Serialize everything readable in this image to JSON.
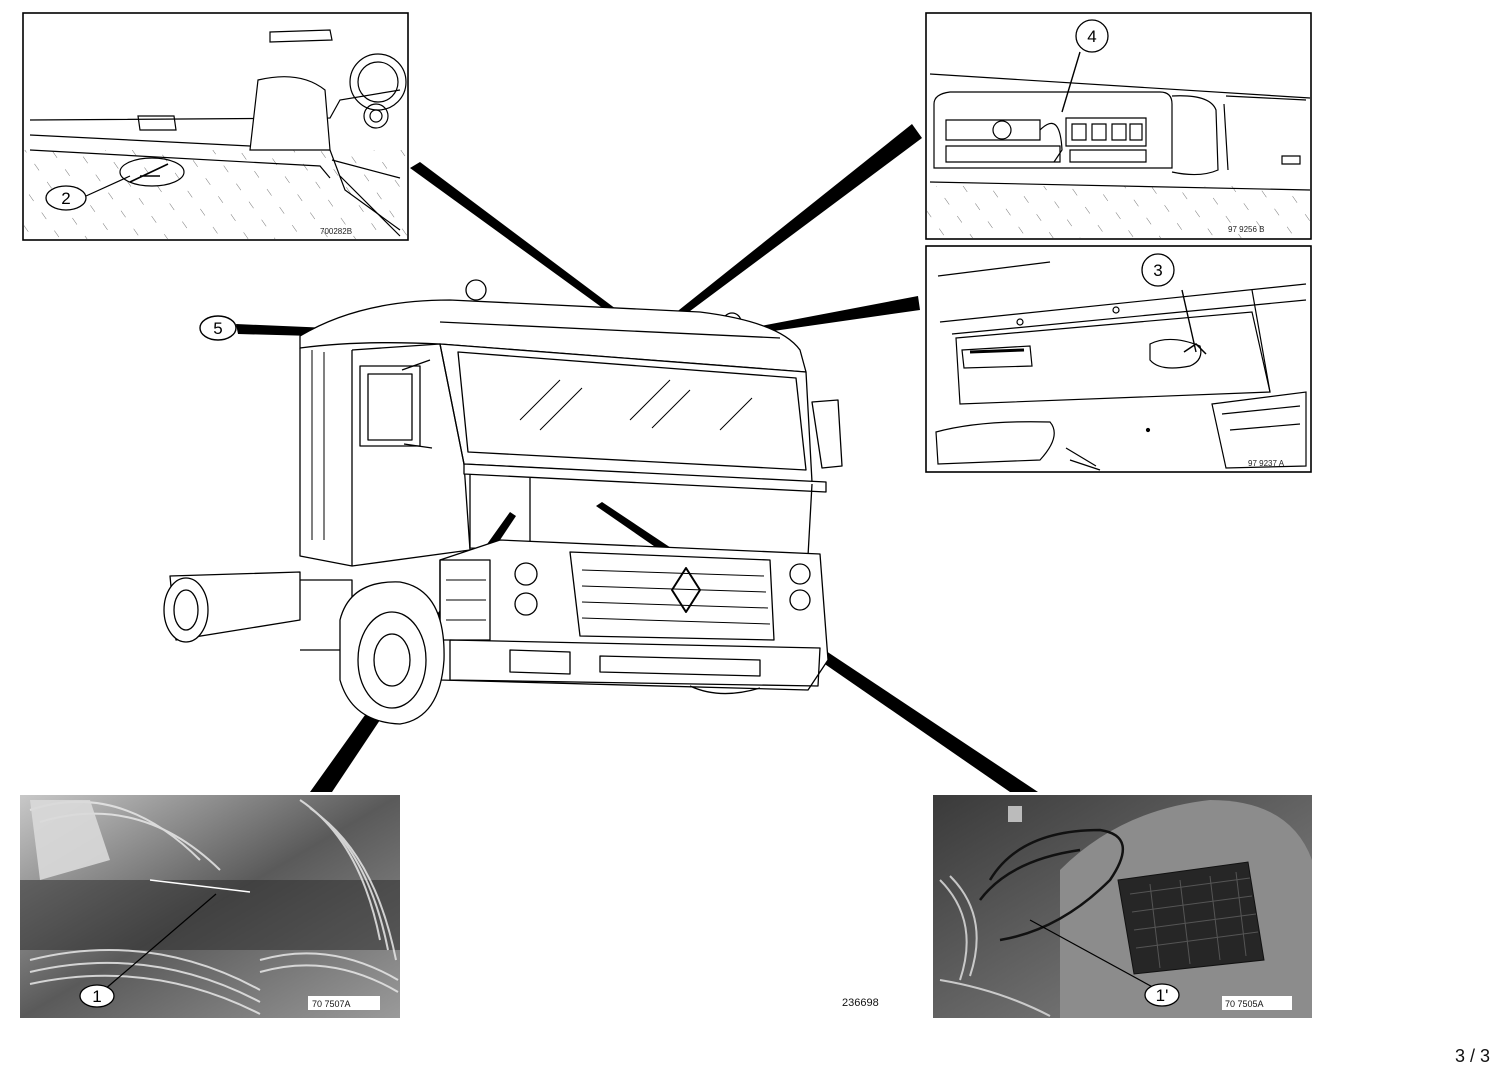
{
  "figure_code": "236698",
  "page_number": "3 / 3",
  "insets": [
    {
      "id": "roof-front-left",
      "callout": "2",
      "code": "700282B"
    },
    {
      "id": "overhead-console",
      "callout": "4",
      "code": "97 9256 B"
    },
    {
      "id": "roof-panel-right",
      "callout": "3",
      "code": "97 9237 A"
    },
    {
      "id": "wiring-left-photo",
      "callout": "1",
      "code": "70 7507A"
    },
    {
      "id": "wiring-right-photo",
      "callout": "1'",
      "code": "70 7505A"
    }
  ],
  "truck_callout": "5"
}
